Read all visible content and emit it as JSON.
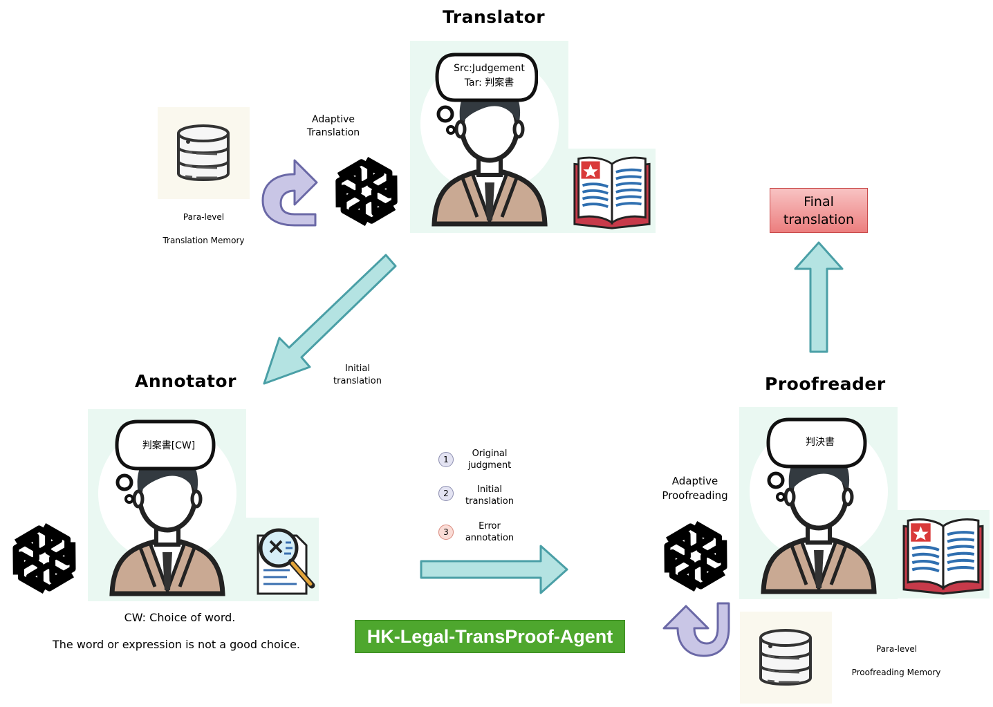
{
  "translator": {
    "title": "Translator",
    "bubble_line1": "Src:Judgement",
    "bubble_line2": "Tar: 判案書",
    "adaptive_line1": "Adaptive",
    "adaptive_line2": "Translation",
    "memory_line1": "Para-level",
    "memory_line2": "Translation Memory"
  },
  "initial_translation": {
    "line1": "Initial",
    "line2": "translation"
  },
  "annotator": {
    "title": "Annotator",
    "bubble": "判案書[CW]",
    "note_line1": "CW: Choice of word.",
    "note_line2": "The word or expression is not a good choice."
  },
  "inputs": [
    {
      "num": "1",
      "line1": "Original",
      "line2": "judgment"
    },
    {
      "num": "2",
      "line1": "Initial",
      "line2": "translation"
    },
    {
      "num": "3",
      "line1": "Error",
      "line2": "annotation"
    }
  ],
  "proofreader": {
    "title": "Proofreader",
    "bubble": "判決書",
    "adaptive_line1": "Adaptive",
    "adaptive_line2": "Proofreading",
    "memory_line1": "Para-level",
    "memory_line2": "Proofreading Memory"
  },
  "final": {
    "line1": "Final",
    "line2": "translation"
  },
  "system_title": "HK-Legal-TransProof-Agent",
  "colors": {
    "panel": "#eaf8f2",
    "arrow_fill": "#b4e3e2",
    "arrow_stroke": "#4a9fa6",
    "curve_fill": "#c9c6e6",
    "curve_stroke": "#6a68a6",
    "title_green": "#4ea72e",
    "final_red": "#ec7e7e"
  },
  "icons": [
    "database-icon",
    "openai-logo-icon",
    "person-icon",
    "law-book-icon",
    "document-search-icon",
    "curved-arrow-icon"
  ]
}
